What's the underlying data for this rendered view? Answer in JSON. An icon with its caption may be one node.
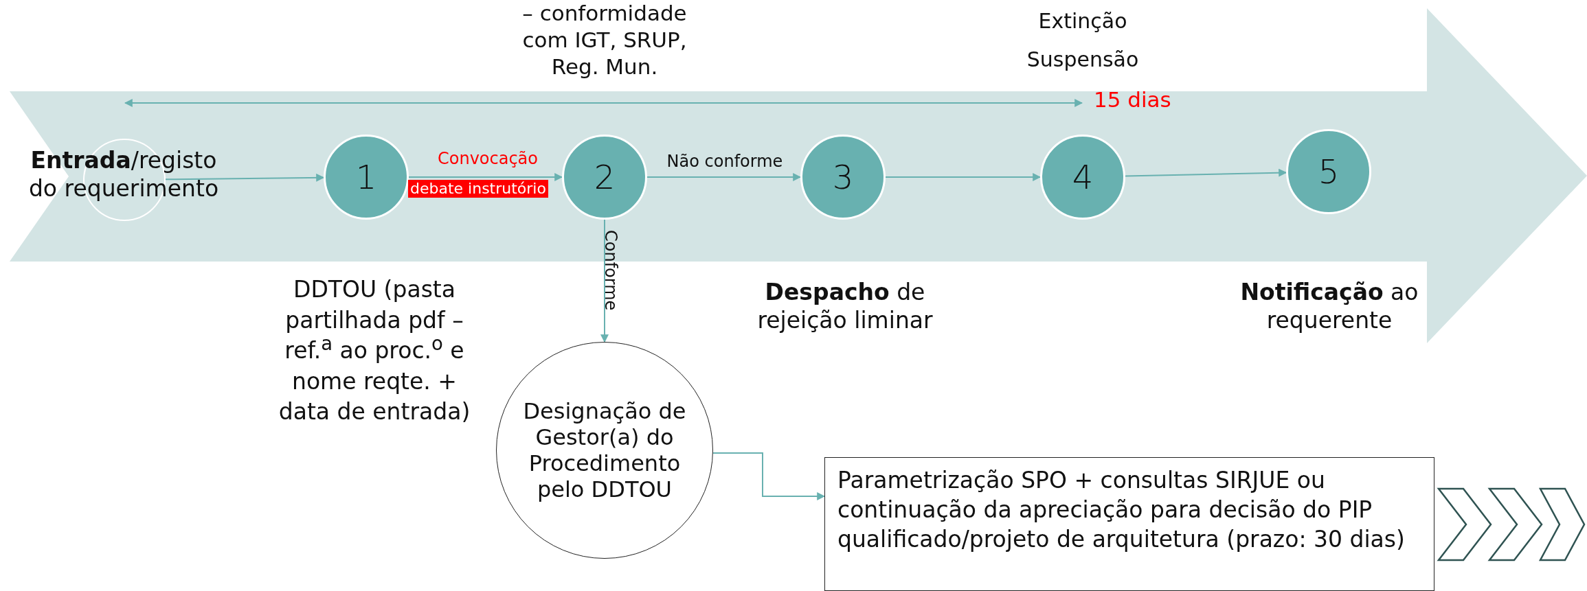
{
  "diagram": {
    "nodes": [
      {
        "text": [
          "**Entrada**/registo do requerimento"
        ]
      },
      {
        "text": [
          "1"
        ]
      },
      {
        "text": [
          "2"
        ],
        "beside": [
          "– conformidade com IGT, SRUP, Reg. Mun."
        ]
      },
      {
        "text": [
          "3"
        ],
        "beside": [
          "**Despacho** de rejeição liminar"
        ]
      },
      {
        "text": [
          "4"
        ],
        "beside": [
          "Extinção",
          "Suspensão"
        ]
      },
      {
        "text": [
          "5"
        ],
        "beside": [
          "**Notificação** ao requerente"
        ]
      },
      {
        "text": [
          "Designação de Gestor(a) do Procedimento pelo DDTOU"
        ]
      },
      {
        "text": [
          "Parametrização SPO + consultas SIRJUE ou continuação da apreciação para decisão do PIP qualificado/projeto de arquitetura (prazo: 30 dias)"
        ]
      }
    ],
    "edges": [
      {
        "from": 0,
        "to": 1,
        "arrow": "to"
      },
      {
        "from": 1,
        "to": 2,
        "arrow": "to",
        "label": "Convocação"
      },
      {
        "from": 2,
        "to": 3,
        "arrow": "to",
        "label": "Não conforme"
      },
      {
        "from": 3,
        "to": 4,
        "arrow": "to"
      },
      {
        "from": 4,
        "to": 5,
        "arrow": "to"
      },
      {
        "from": 2,
        "to": 6,
        "arrow": "to",
        "label": "Conforme"
      },
      {
        "from": 6,
        "to": 7,
        "arrow": "to"
      }
    ],
    "labels": [
      "15 dias",
      "debate instrutório",
      "DDTOU (pasta partilhada pdf – ref.$^{a}$ ao proc.$^{o}$ e nome reqte. + data de entrada)"
    ]
  }
}
